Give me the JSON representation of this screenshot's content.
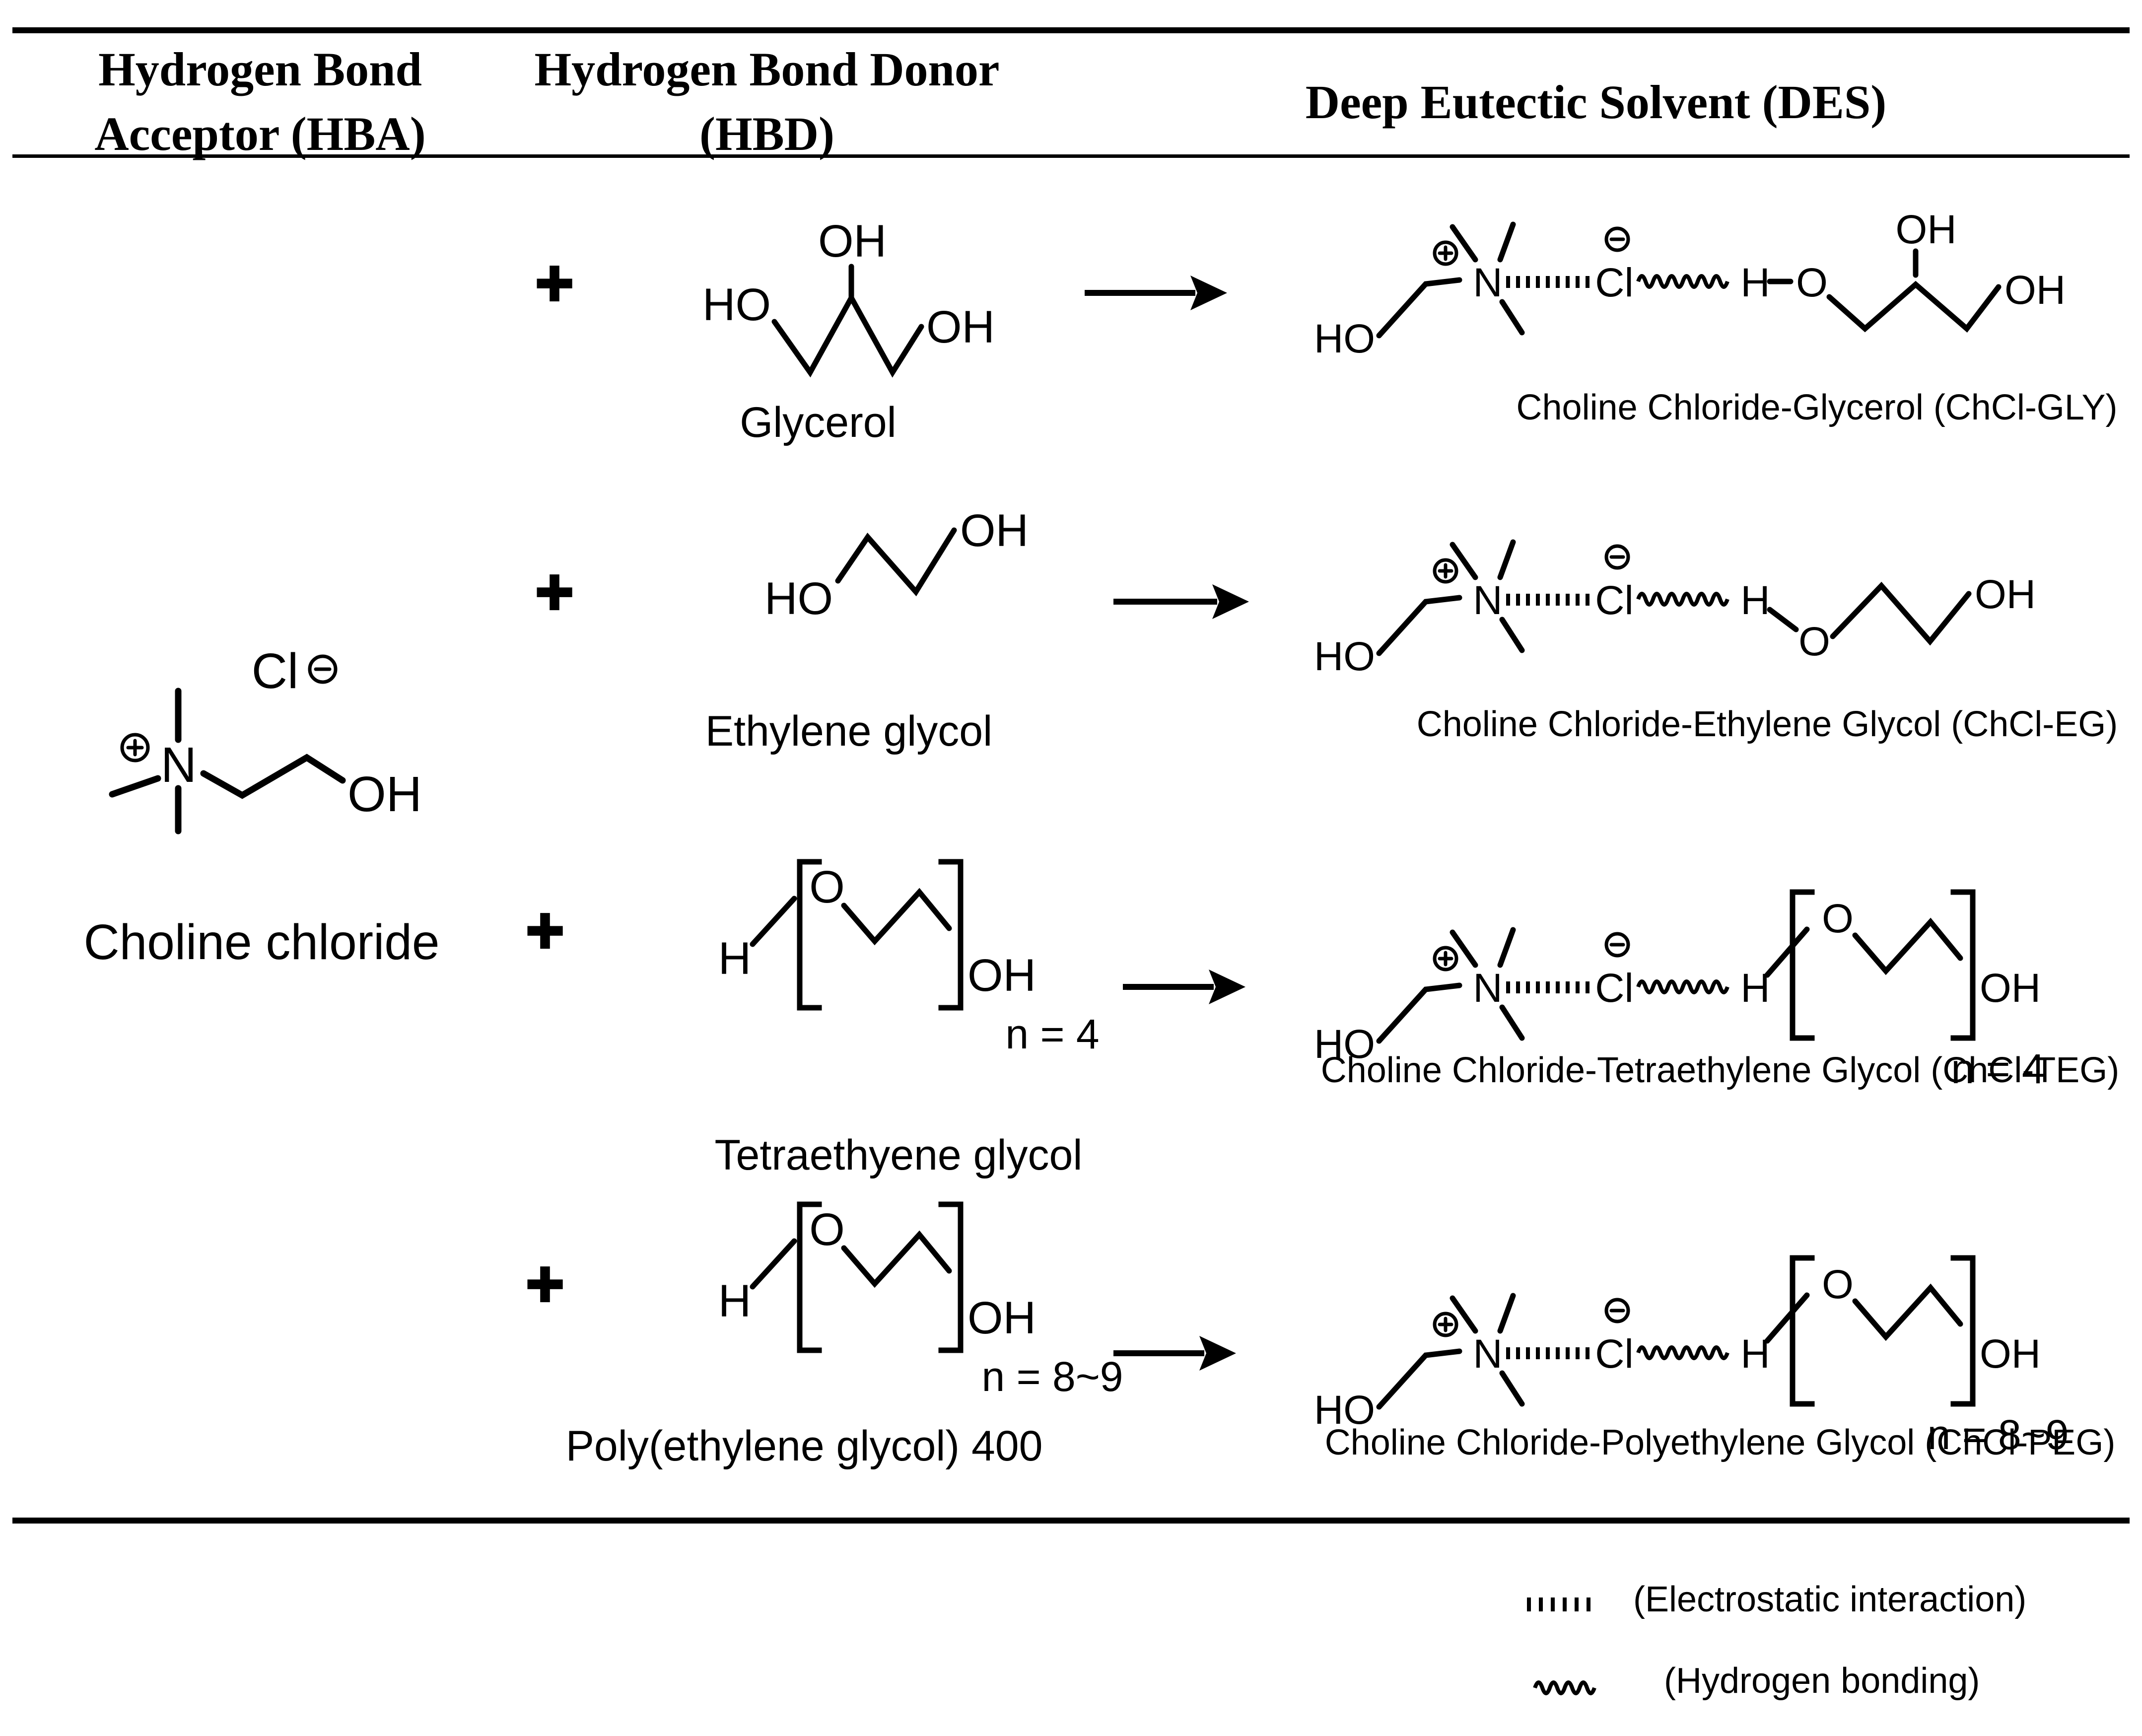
{
  "page": {
    "background": "#ffffff",
    "ink": "#000000"
  },
  "header": {
    "col1_line1": "Hydrogen Bond",
    "col1_line2": "Acceptor (HBA)",
    "col2_line1": "Hydrogen Bond Donor",
    "col2_line2": "(HBD)",
    "col3": "Deep Eutectic Solvent (DES)"
  },
  "hba": {
    "label": "Choline chloride",
    "atoms": {
      "cl": "Cl",
      "n": "N",
      "oh": "OH"
    }
  },
  "rows": [
    {
      "plus": "+",
      "hbd": {
        "label": "Glycerol",
        "atoms": {
          "oh_top": "OH",
          "ho_left": "HO",
          "oh_right": "OH"
        }
      },
      "des": {
        "label": "Choline Chloride-Glycerol (ChCl-GLY)",
        "atoms": {
          "ho": "HO",
          "n": "N",
          "cl": "Cl",
          "h": "H",
          "o": "O",
          "oh_top": "OH",
          "oh_right": "OH"
        }
      }
    },
    {
      "plus": "+",
      "hbd": {
        "label": "Ethylene glycol",
        "atoms": {
          "ho": "HO",
          "oh": "OH"
        }
      },
      "des": {
        "label": "Choline Chloride-Ethylene Glycol (ChCl-EG)",
        "atoms": {
          "ho": "HO",
          "n": "N",
          "cl": "Cl",
          "h": "H",
          "o": "O",
          "oh": "OH"
        }
      }
    },
    {
      "plus": "+",
      "hbd": {
        "label": "Tetraethyene glycol",
        "n_label": "n = 4",
        "atoms": {
          "h": "H",
          "o": "O",
          "oh": "OH"
        }
      },
      "des": {
        "label": "Choline Chloride-Tetraethylene Glycol (ChCl-TEG)",
        "n_label": "n = 4",
        "atoms": {
          "ho": "HO",
          "n": "N",
          "cl": "Cl",
          "h": "H",
          "o": "O",
          "oh": "OH"
        }
      }
    },
    {
      "plus": "+",
      "hbd": {
        "label": "Poly(ethylene glycol) 400",
        "n_label": "n = 8~9",
        "atoms": {
          "h": "H",
          "o": "O",
          "oh": "OH"
        }
      },
      "des": {
        "label": "Choline Chloride-Polyethylene Glycol (ChCl-PEG)",
        "n_label": "n = 8~9",
        "atoms": {
          "ho": "HO",
          "n": "N",
          "cl": "Cl",
          "h": "H",
          "o": "O",
          "oh": "OH"
        }
      }
    }
  ],
  "legend": {
    "electrostatic_symbol": "dotted-line",
    "electrostatic_label": "(Electrostatic interaction)",
    "hydrogen_symbol": "wavy-line",
    "hydrogen_label": "(Hydrogen bonding)"
  }
}
